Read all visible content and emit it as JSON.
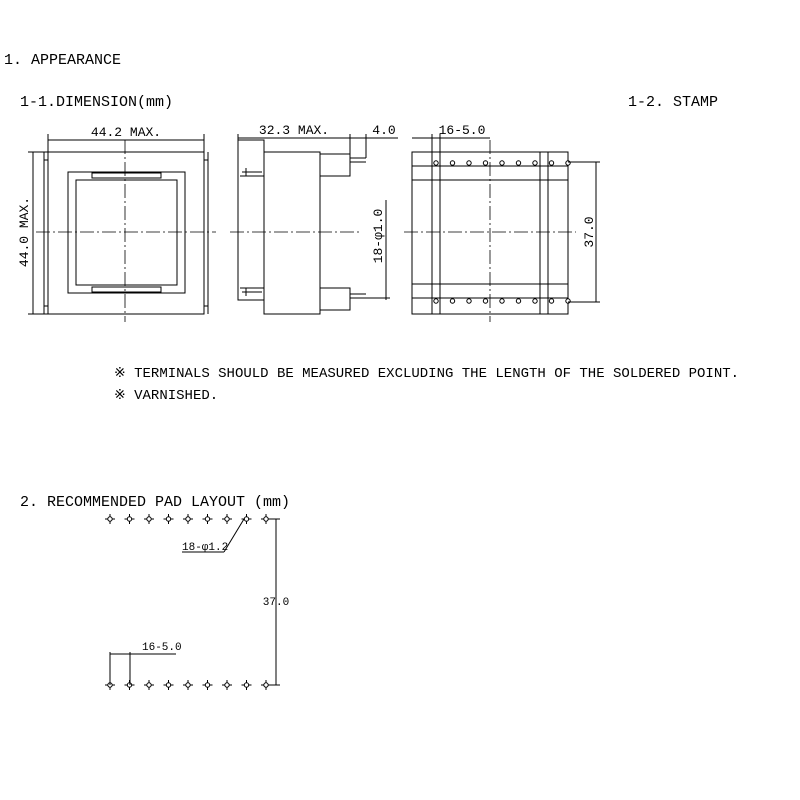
{
  "headings": {
    "appearance": "1. APPEARANCE",
    "dimension": "1-1.DIMENSION(mm)",
    "stamp": "1-2. STAMP",
    "pad_layout": "2. RECOMMENDED PAD LAYOUT (mm)"
  },
  "dimensions": {
    "width_max": "44.2 MAX.",
    "height_max": "44.0 MAX.",
    "depth_max": "32.3 MAX.",
    "terminal_length": "4.0",
    "pin_diameter": "18-φ1.0",
    "pin_pitch": "16-5.0",
    "row_spacing": "37.0"
  },
  "notes": [
    "※ TERMINALS SHOULD BE MEASURED EXCLUDING THE LENGTH OF THE SOLDERED POINT.",
    "※ VARNISHED."
  ],
  "pad_layout": {
    "hole_diameter": "18-φ1.2",
    "row_spacing": "37.0",
    "pitch": "16-5.0"
  }
}
